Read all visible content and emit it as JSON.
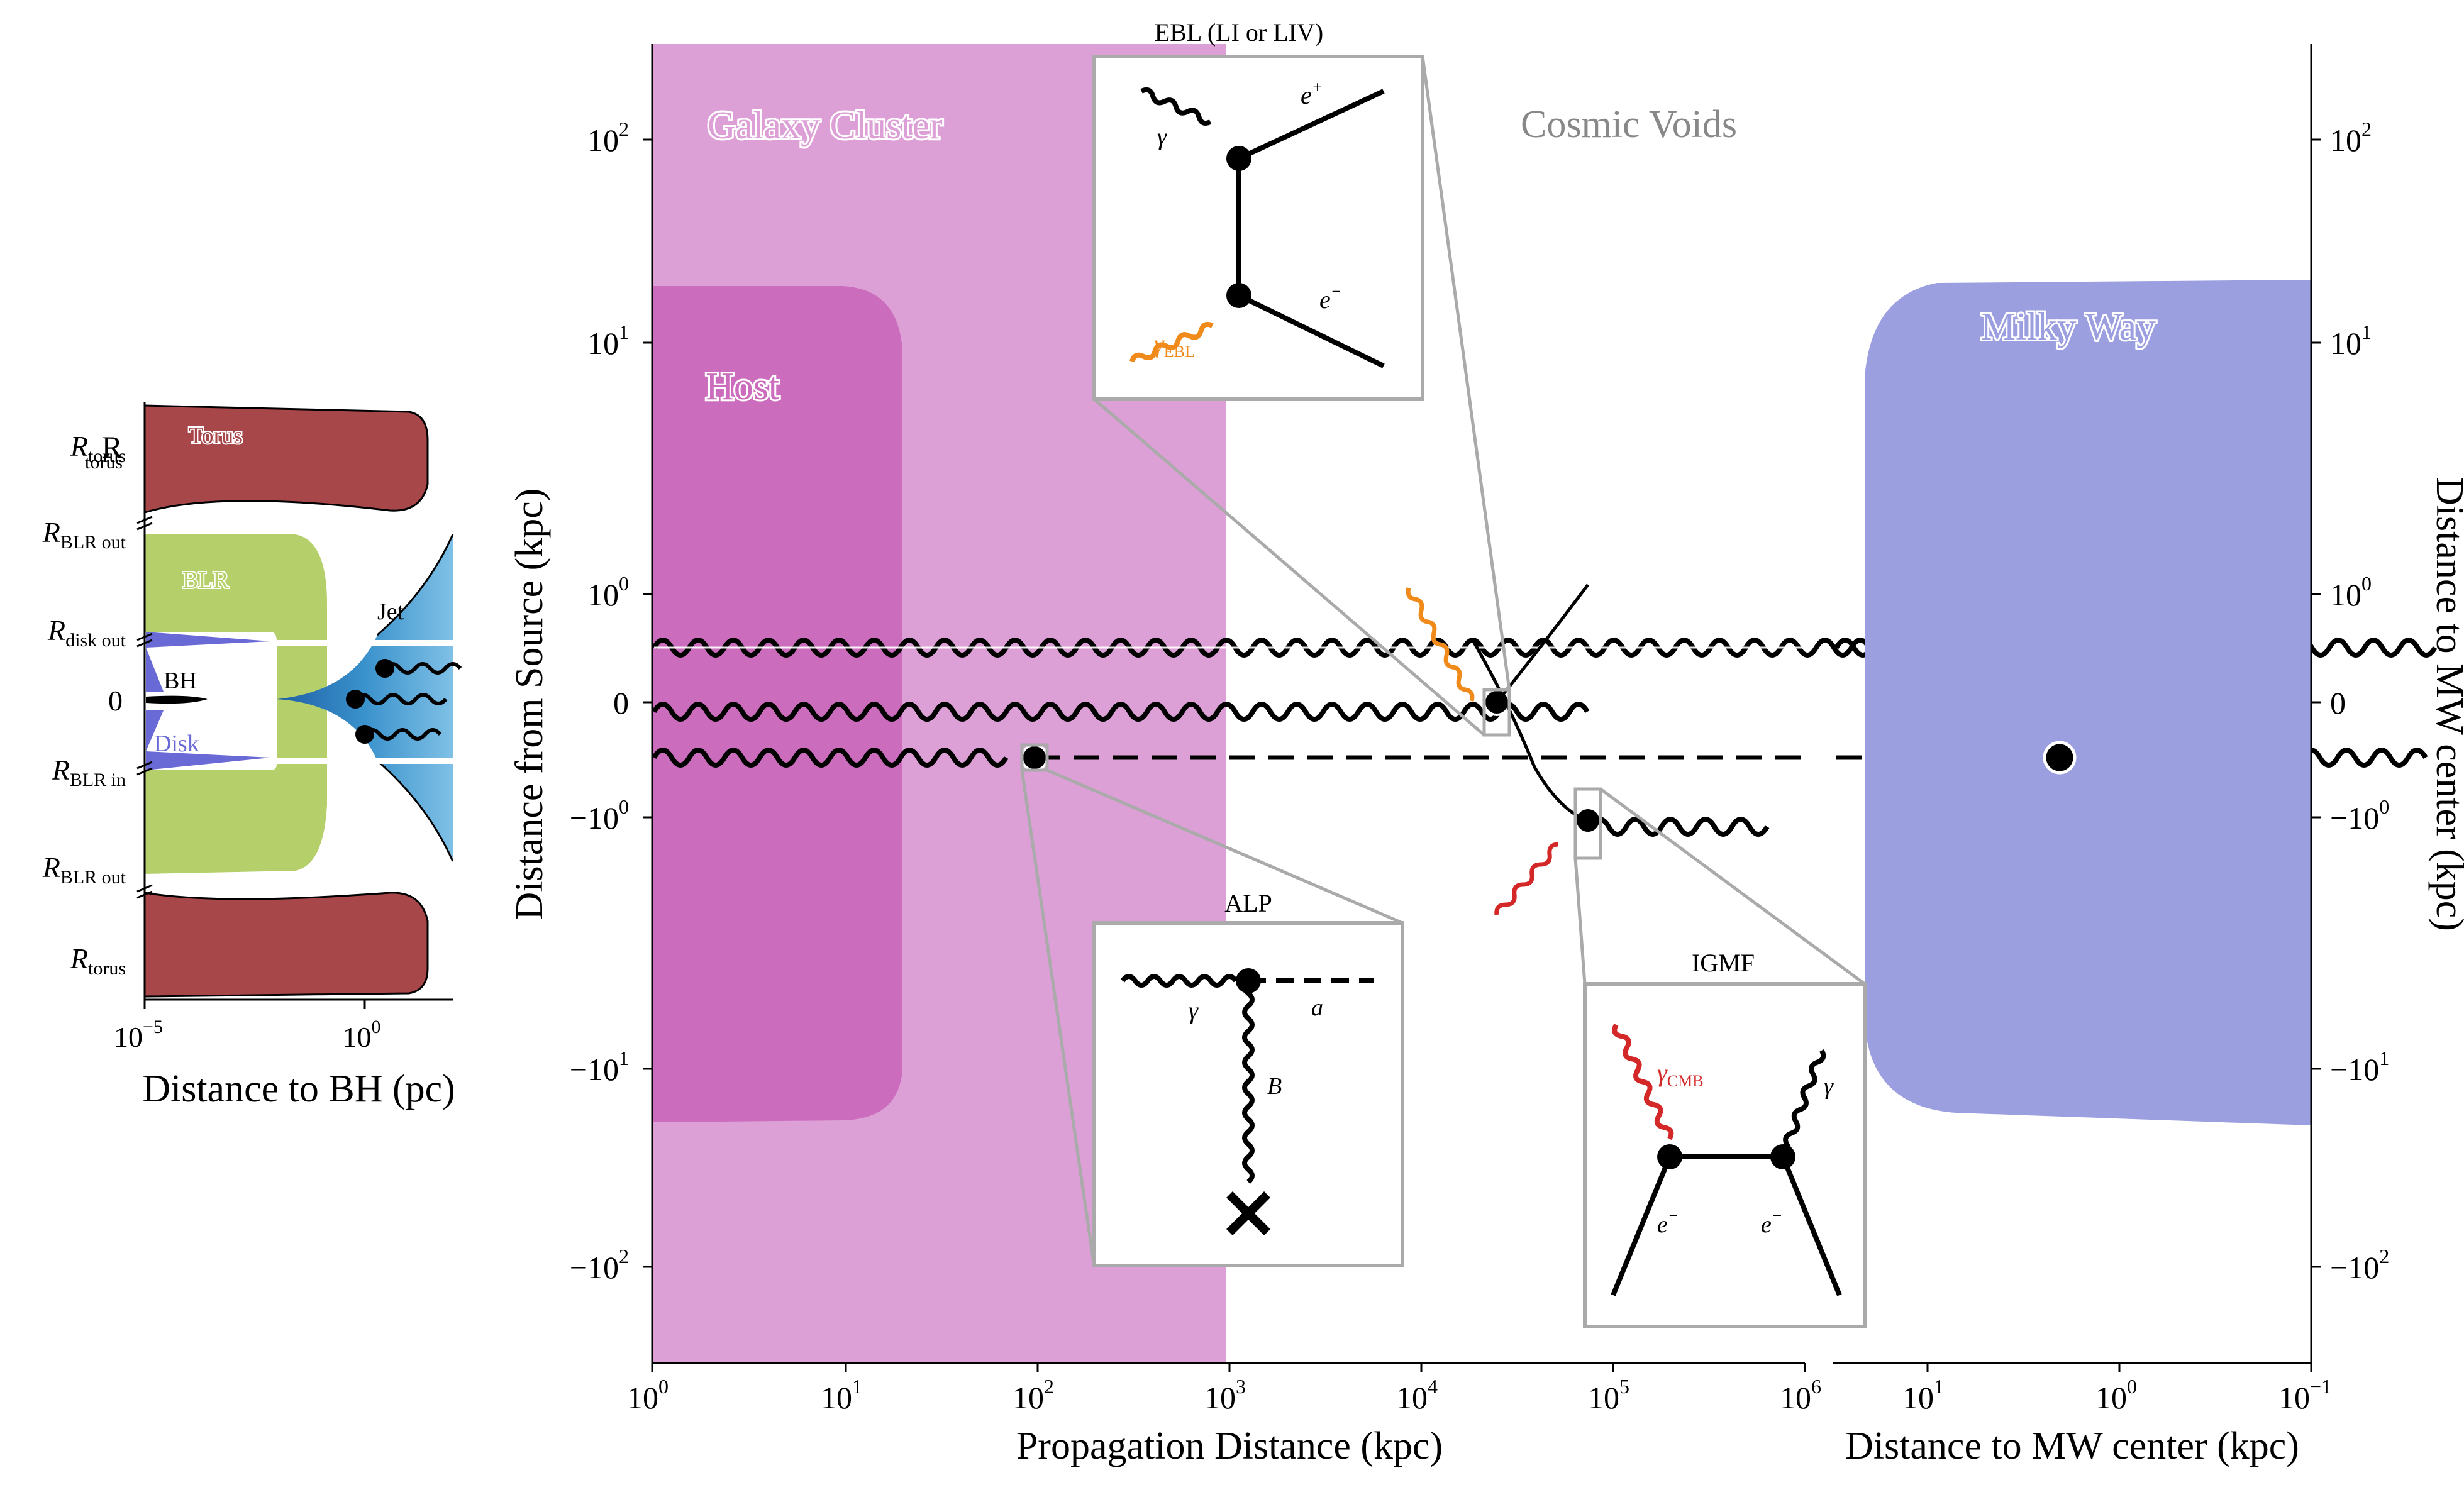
{
  "left_panel": {
    "x_axis_title": "Distance to BH (pc)",
    "x_ticks": [
      {
        "base": "10",
        "exp": "−5"
      },
      {
        "base": "10",
        "exp": "0"
      }
    ],
    "y_ticks": [
      {
        "main": "R",
        "sub": "torus"
      },
      {
        "main": "R",
        "sub": "BLR out"
      },
      {
        "main": "R",
        "sub": "disk out"
      },
      {
        "main": "0",
        "sub": ""
      },
      {
        "main": "R",
        "sub": "BLR in"
      },
      {
        "main": "R",
        "sub": "BLR out"
      },
      {
        "main": "R",
        "sub": "torus"
      }
    ],
    "regions": {
      "torus": "Torus",
      "blr": "BLR",
      "jet": "Jet",
      "bh": "BH",
      "disk": "Disk"
    }
  },
  "main_panel": {
    "x_axis_title": "Propagation Distance (kpc)",
    "y_axis_title": "Distance from Source (kpc)",
    "x_ticks": [
      {
        "base": "10",
        "exp": "0"
      },
      {
        "base": "10",
        "exp": "1"
      },
      {
        "base": "10",
        "exp": "2"
      },
      {
        "base": "10",
        "exp": "3"
      },
      {
        "base": "10",
        "exp": "4"
      },
      {
        "base": "10",
        "exp": "5"
      },
      {
        "base": "10",
        "exp": "6"
      }
    ],
    "y_ticks": [
      {
        "base": "10",
        "exp": "2"
      },
      {
        "base": "10",
        "exp": "1"
      },
      {
        "base": "10",
        "exp": "0"
      },
      {
        "base": "0",
        "exp": ""
      },
      {
        "base": "−10",
        "exp": "0"
      },
      {
        "base": "−10",
        "exp": "1"
      },
      {
        "base": "−10",
        "exp": "2"
      }
    ],
    "regions": {
      "galaxy_cluster": "Galaxy Cluster",
      "host": "Host",
      "cosmic_voids": "Cosmic Voids"
    }
  },
  "right_panel": {
    "x_axis_title": "Distance to MW center (kpc)",
    "y_axis_title": "Distance to MW center (kpc)",
    "x_ticks": [
      {
        "base": "10",
        "exp": "1"
      },
      {
        "base": "10",
        "exp": "0"
      },
      {
        "base": "10",
        "exp": "−1"
      }
    ],
    "y_ticks": [
      {
        "base": "10",
        "exp": "2"
      },
      {
        "base": "10",
        "exp": "1"
      },
      {
        "base": "10",
        "exp": "0"
      },
      {
        "base": "0",
        "exp": ""
      },
      {
        "base": "−10",
        "exp": "0"
      },
      {
        "base": "−10",
        "exp": "1"
      },
      {
        "base": "−10",
        "exp": "2"
      }
    ],
    "regions": {
      "milky_way": "Milky Way"
    }
  },
  "insets": {
    "ebl": {
      "title": "EBL (LI or LIV)",
      "gamma": "γ",
      "gamma_ebl": "γ",
      "gamma_ebl_sub": "EBL",
      "e_plus": "e",
      "e_plus_sup": "+",
      "e_minus": "e",
      "e_minus_sup": "−"
    },
    "alp": {
      "title": "ALP",
      "gamma": "γ",
      "a": "a",
      "b": "B"
    },
    "igmf": {
      "title": "IGMF",
      "gamma_cmb": "γ",
      "gamma_cmb_sub": "CMB",
      "gamma": "γ",
      "e1": "e",
      "e1_sup": "−",
      "e2": "e",
      "e2_sup": "−"
    }
  },
  "colors": {
    "torus": "#a8474a",
    "blr": "#b5d06a",
    "disk": "#6a6ad6",
    "jet": "#3a92cc",
    "galaxy_cluster": "#dc9fd6",
    "host": "#cb6cbd",
    "milky_way": "#9c9fdf",
    "ebl_photon": "#f08a1a",
    "cmb_photon": "#d42828",
    "inset_border": "#aaaaaa"
  }
}
